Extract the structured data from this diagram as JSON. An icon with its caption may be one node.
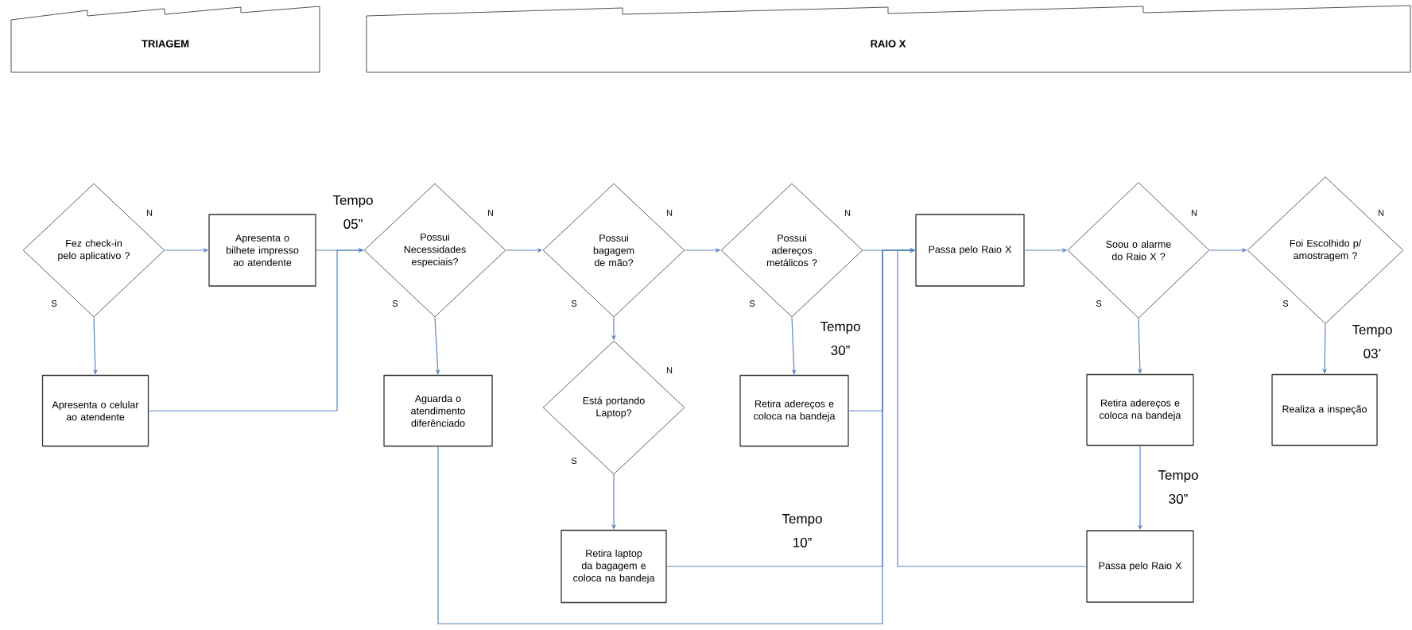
{
  "diagram": {
    "nodes": [
      {
        "text": [
          "TRIAGEM"
        ]
      },
      {
        "text": [
          "RAIO X"
        ]
      },
      {
        "text": [
          "Fez check-in pelo aplicativo ?"
        ],
        "beside": [
          "N",
          "S"
        ]
      },
      {
        "text": [
          "Apresenta o bilhete impresso ao atendente"
        ]
      },
      {
        "text": [
          "Possui Necessidades especiais?"
        ],
        "beside": [
          "N",
          "S"
        ]
      },
      {
        "text": [
          "Apresenta o celular ao atendente"
        ]
      },
      {
        "text": [
          "Possui bagagem de mão?"
        ],
        "beside": [
          "N",
          "S"
        ]
      },
      {
        "text": [
          "Está portando Laptop?"
        ],
        "beside": [
          "N",
          "S"
        ]
      },
      {
        "text": [
          "Aguarda o atendimento diferênciado"
        ]
      },
      {
        "text": [
          "Retira laptop da bagagem e coloca na bandeja"
        ]
      },
      {
        "text": [
          "Possui adereços metálicos ?"
        ],
        "beside": [
          "N",
          "S"
        ]
      },
      {
        "text": [
          "Retira adereços e coloca na bandeja"
        ]
      },
      {
        "text": [
          "Passa pelo Raio X"
        ]
      },
      {
        "text": [
          "Soou o alarme do Raio X ?"
        ],
        "beside": [
          "N",
          "S"
        ]
      },
      {
        "text": [
          "Retira adereços e coloca na bandeja"
        ]
      },
      {
        "text": [
          "Passa pelo Raio X"
        ]
      },
      {
        "text": [
          "Foi Escolhido p/ amostragem ?"
        ],
        "beside": [
          "N",
          "S"
        ]
      },
      {
        "text": [
          "Realiza a inspeção"
        ]
      }
    ],
    "edges": [
      {
        "from": 2,
        "to": 3,
        "arrow": "to"
      },
      {
        "from": 2,
        "to": 5,
        "arrow": "to"
      },
      {
        "from": 3,
        "to": 4,
        "arrow": "to",
        "label": "Tempo 05”"
      },
      {
        "from": 5,
        "to": 4,
        "arrow": "to"
      },
      {
        "from": 4,
        "to": 6,
        "arrow": "to"
      },
      {
        "from": 4,
        "to": 8,
        "arrow": "to"
      },
      {
        "from": 6,
        "to": 10,
        "arrow": "to"
      },
      {
        "from": 6,
        "to": 7,
        "arrow": "to"
      },
      {
        "from": 7,
        "to": 9,
        "arrow": "to"
      },
      {
        "from": 10,
        "to": 12,
        "arrow": "to"
      },
      {
        "from": 10,
        "to": 11,
        "arrow": "to",
        "label": "Tempo 30”"
      },
      {
        "from": 11,
        "to": 12,
        "arrow": "to"
      },
      {
        "from": 9,
        "to": 12,
        "arrow": "to",
        "label": "Tempo 10”"
      },
      {
        "from": 8,
        "to": 12,
        "arrow": "to"
      },
      {
        "from": 15,
        "to": 12,
        "arrow": "to"
      },
      {
        "from": 12,
        "to": 13,
        "arrow": "to"
      },
      {
        "from": 13,
        "to": 16,
        "arrow": "to"
      },
      {
        "from": 13,
        "to": 14,
        "arrow": "to"
      },
      {
        "from": 14,
        "to": 15,
        "arrow": "to",
        "label": "Tempo 30”"
      },
      {
        "from": 16,
        "to": 17,
        "arrow": "to",
        "label": "Tempo 03’"
      }
    ]
  }
}
